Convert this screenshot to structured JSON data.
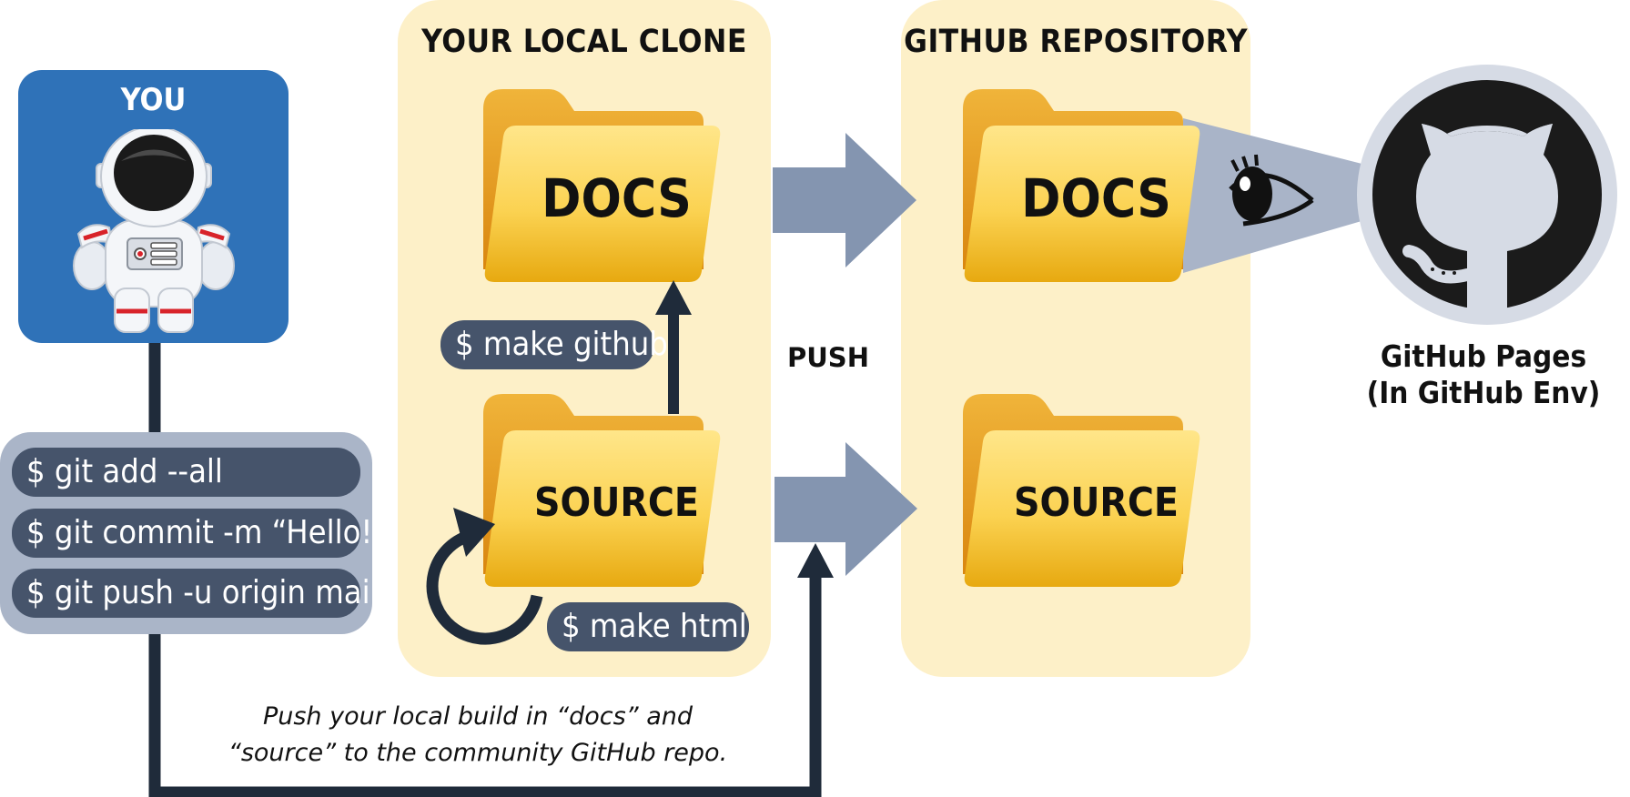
{
  "you": {
    "label": "YOU"
  },
  "commands": [
    "$ git add --all",
    "$ git commit -m “Hello!\"",
    "$ git push -u origin main"
  ],
  "local_clone": {
    "title": "YOUR LOCAL CLONE",
    "docs_label": "DOCS",
    "source_label": "SOURCE",
    "make_github": "$ make github",
    "make_html": "$ make html"
  },
  "repo": {
    "title": "GITHUB REPOSITORY",
    "docs_label": "DOCS",
    "source_label": "SOURCE"
  },
  "push_label": "PUSH",
  "github_pages": {
    "line1": "GitHub Pages",
    "line2": "(In GitHub Env)"
  },
  "caption": {
    "line1": "Push your local build in “docs” and",
    "line2": "“source” to the community GitHub repo."
  },
  "colors": {
    "panel": "#fdf0c8",
    "you_box": "#2f72b8",
    "command_box": "#aab5c8",
    "pill": "#46546b",
    "arrow": "#8495b0",
    "connector": "#1f2b3a",
    "folder": "#f5c53d"
  }
}
